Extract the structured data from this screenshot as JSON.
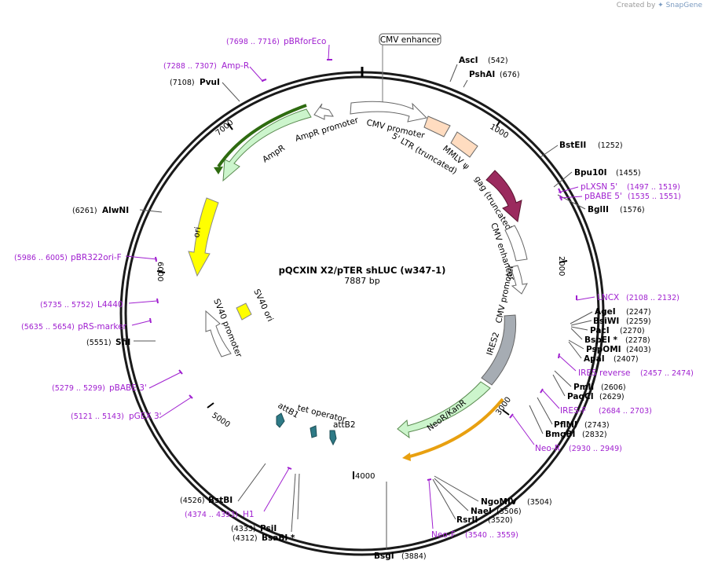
{
  "credit": {
    "prefix": "Created by",
    "brand": "SnapGene"
  },
  "plasmid": {
    "name": "pQCXIN X2/pTER shLUC (w347-1)",
    "length": "7887 bp"
  },
  "ticks": [
    "1000",
    "2000",
    "3000",
    "4000",
    "5000",
    "6000",
    "7000"
  ],
  "enzymes": [
    {
      "name": "AscI",
      "pos": "(542)"
    },
    {
      "name": "PshAI",
      "pos": "(676)"
    },
    {
      "name": "BstEII",
      "pos": "(1252)"
    },
    {
      "name": "Bpu10I",
      "pos": "(1455)"
    },
    {
      "name": "BglII",
      "pos": "(1576)"
    },
    {
      "name": "AgeI",
      "pos": "(2247)"
    },
    {
      "name": "BsiWI",
      "pos": "(2259)"
    },
    {
      "name": "PacI",
      "pos": "(2270)"
    },
    {
      "name": "BspEI *",
      "pos": "(2278)"
    },
    {
      "name": "PspOMI",
      "pos": "(2403)"
    },
    {
      "name": "ApaI",
      "pos": "(2407)"
    },
    {
      "name": "PmlI",
      "pos": "(2606)"
    },
    {
      "name": "PaqCI",
      "pos": "(2629)"
    },
    {
      "name": "PflMI",
      "pos": "(2743)"
    },
    {
      "name": "BmgBI",
      "pos": "(2832)"
    },
    {
      "name": "NgoMIV",
      "pos": "(3504)"
    },
    {
      "name": "NaeI",
      "pos": "(3506)"
    },
    {
      "name": "RsrII",
      "pos": "(3520)"
    },
    {
      "name": "BsgI",
      "pos": "(3884)"
    },
    {
      "name": "BstBI",
      "pos": "(4526)"
    },
    {
      "name": "PsiI",
      "pos": "(4333)"
    },
    {
      "name": "BsaBI *",
      "pos": "(4312)"
    },
    {
      "name": "SfiI",
      "pos": "(5551)"
    },
    {
      "name": "AlwNI",
      "pos": "(6261)"
    },
    {
      "name": "PvuI",
      "pos": "(7108)"
    }
  ],
  "primers": [
    {
      "name": "pBRforEco",
      "pos": "(7698 .. 7716)"
    },
    {
      "name": "Amp-R",
      "pos": "(7288 .. 7307)"
    },
    {
      "name": "pLXSN 5'",
      "pos": "(1497 .. 1519)"
    },
    {
      "name": "pBABE 5'",
      "pos": "(1535 .. 1551)"
    },
    {
      "name": "LNCX",
      "pos": "(2108 .. 2132)"
    },
    {
      "name": "IRES reverse",
      "pos": "(2457 .. 2474)"
    },
    {
      "name": "IRES-F",
      "pos": "(2684 .. 2703)"
    },
    {
      "name": "Neo-R",
      "pos": "(2930 .. 2949)"
    },
    {
      "name": "Neo-F",
      "pos": "(3540 .. 3559)"
    },
    {
      "name": "H1",
      "pos": "(4374 .. 4393)"
    },
    {
      "name": "pGEX 3'",
      "pos": "(5121 .. 5143)"
    },
    {
      "name": "pBABE 3'",
      "pos": "(5279 .. 5299)"
    },
    {
      "name": "pRS-marker",
      "pos": "(5635 .. 5654)"
    },
    {
      "name": "L4440",
      "pos": "(5735 .. 5752)"
    },
    {
      "name": "pBR322ori-F",
      "pos": "(5986 .. 6005)"
    }
  ],
  "features": {
    "cmv_enhancer_top": "CMV enhancer",
    "cmv_promoter_1": "CMV promoter",
    "ltr": "5' LTR (truncated)",
    "mmlv": "MMLV ψ",
    "gag": "gag (truncated)",
    "cmv_enhancer_2": "CMV enhancer",
    "cmv_promoter_2": "CMV promoter",
    "ires": "IRES2",
    "neokan": "NeoR/KanR",
    "ampr": "AmpR",
    "ampr_promoter": "AmpR promoter",
    "ori": "ori",
    "sv40_ori": "SV40 ori",
    "sv40_promoter": "SV40 promoter",
    "attb1": "attB1",
    "attb2": "attB2",
    "tet_operator": "tet operator"
  },
  "colors": {
    "backbone": "#1a1a1a",
    "enzyme_line": "#555555",
    "primer": "#a020d0",
    "ampr_fill": "#ccf5cc",
    "ampr_edge": "#2e6b10",
    "ori_fill": "#ffff00",
    "ltr_fill": "#ffdcc0",
    "gag_fill": "#9b2a5e",
    "ires_fill": "#a6acb3",
    "neo_fill": "#ccf5cc",
    "neo_edge": "#e8a010",
    "att_fill": "#2e7a86"
  }
}
